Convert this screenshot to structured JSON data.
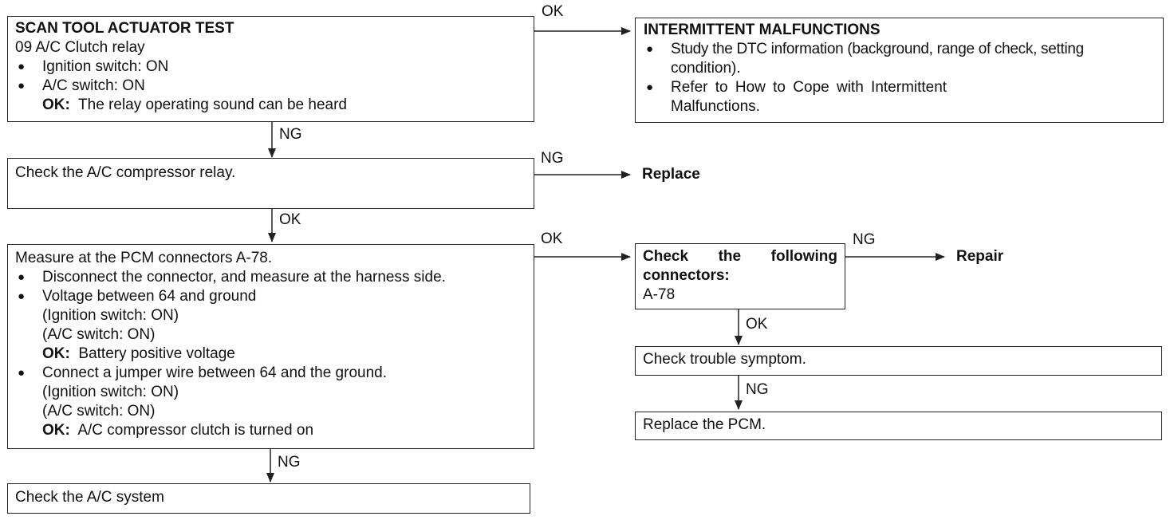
{
  "box1": {
    "title": "SCAN TOOL ACTUATOR TEST",
    "line1": "09 A/C Clutch relay",
    "bullet1": "Ignition switch: ON",
    "bullet2": "A/C switch: ON",
    "ok_label": "OK:",
    "ok_text": "The relay operating sound can be heard"
  },
  "intermittent": {
    "title": "INTERMITTENT MALFUNCTIONS",
    "bullet1_line1": "Study the DTC information (background, range of check, setting",
    "bullet1_line2": "condition).",
    "bullet2_line1": "Refer to How to Cope with Intermittent",
    "bullet2_line2": "Malfunctions."
  },
  "box2": {
    "text": "Check the A/C compressor relay."
  },
  "box3": {
    "title": "Measure at the PCM connectors A-78.",
    "bullet1": "Disconnect the connector, and measure at the harness side.",
    "bullet2": "Voltage between 64 and ground",
    "cond1": "(Ignition switch: ON)",
    "cond2": "(A/C switch: ON)",
    "ok1_label": "OK:",
    "ok1_text": "Battery positive voltage",
    "bullet3": "Connect a jumper wire between 64 and the ground.",
    "cond3": "(Ignition switch: ON)",
    "cond4": "(A/C switch: ON)",
    "ok2_label": "OK:",
    "ok2_text": "A/C compressor clutch is turned on"
  },
  "box4": {
    "text": "Check the A/C system"
  },
  "connectors": {
    "title_line1": "Check the following",
    "title_line2": "connectors:",
    "value": "A-78"
  },
  "symptom": {
    "text": "Check trouble symptom."
  },
  "pcm": {
    "text": "Replace the PCM."
  },
  "terminals": {
    "replace": "Replace",
    "repair": "Repair"
  },
  "labels": {
    "ok_top": "OK",
    "ng_1": "NG",
    "ng_replace": "NG",
    "ok_2": "OK",
    "ok_to_connectors": "OK",
    "ng_repair": "NG",
    "ok_symptom": "OK",
    "ng_pcm": "NG",
    "ng_system": "NG"
  }
}
